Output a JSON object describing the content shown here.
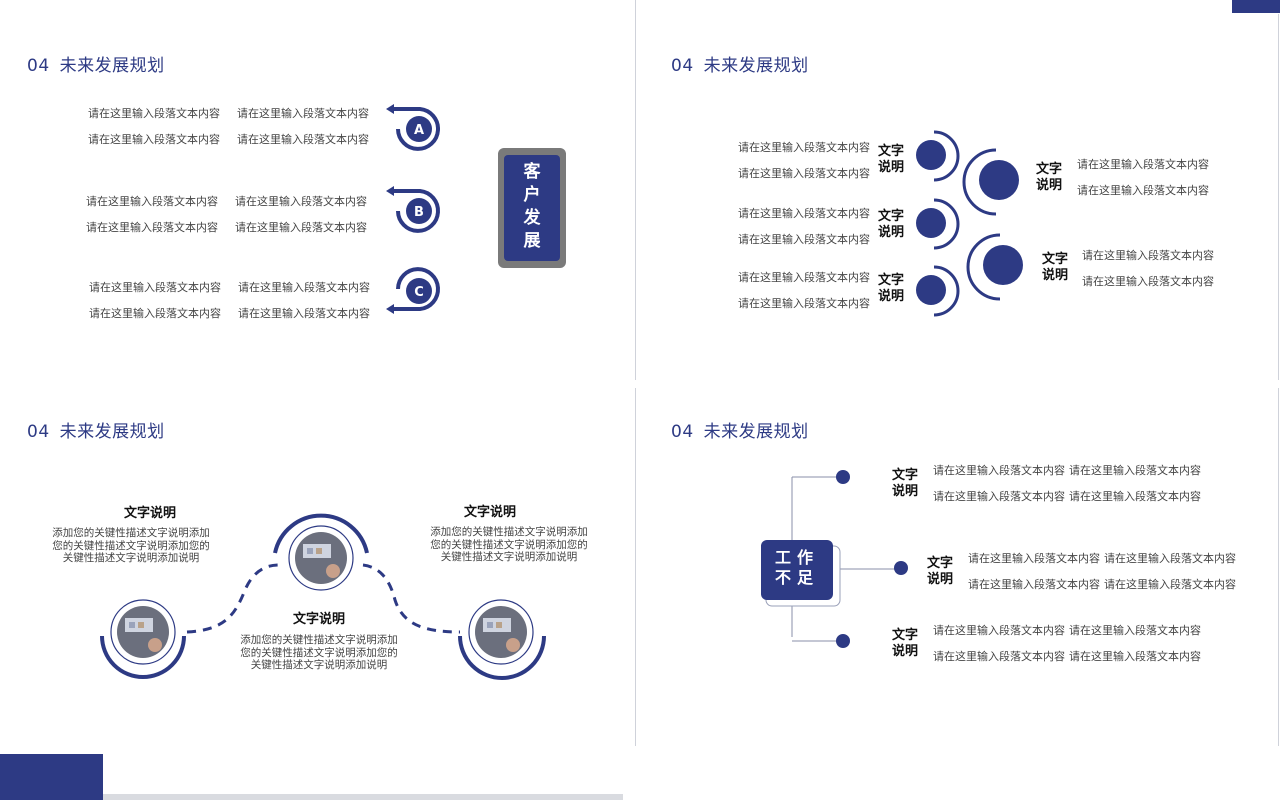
{
  "panels": {
    "p1": {
      "num": "04",
      "title": "未来发展规划",
      "rows": [
        {
          "badge": "A",
          "texts": [
            "请在这里输入段落文本内容",
            "请在这里输入段落文本内容",
            "请在这里输入段落文本内容",
            "请在这里输入段落文本内容"
          ]
        },
        {
          "badge": "B",
          "texts": [
            "请在这里输入段落文本内容",
            "请在这里输入段落文本内容",
            "请在这里输入段落文本内容",
            "请在这里输入段落文本内容"
          ]
        },
        {
          "badge": "C",
          "texts": [
            "请在这里输入段落文本内容",
            "请在这里输入段落文本内容",
            "请在这里输入段落文本内容",
            "请在这里输入段落文本内容"
          ]
        }
      ],
      "center": {
        "c1": "客",
        "c2": "户",
        "c3": "发",
        "c4": "展"
      }
    },
    "p2": {
      "num": "04",
      "title": "未来发展规划",
      "left": [
        {
          "l1": "文字",
          "l2": "说明",
          "t1": "请在这里输入段落文本内容",
          "t2": "请在这里输入段落文本内容"
        },
        {
          "l1": "文字",
          "l2": "说明",
          "t1": "请在这里输入段落文本内容",
          "t2": "请在这里输入段落文本内容"
        },
        {
          "l1": "文字",
          "l2": "说明",
          "t1": "请在这里输入段落文本内容",
          "t2": "请在这里输入段落文本内容"
        }
      ],
      "right": [
        {
          "l1": "文字",
          "l2": "说明",
          "t1": "请在这里输入段落文本内容",
          "t2": "请在这里输入段落文本内容"
        },
        {
          "l1": "文字",
          "l2": "说明",
          "t1": "请在这里输入段落文本内容",
          "t2": "请在这里输入段落文本内容"
        }
      ]
    },
    "p3": {
      "num": "04",
      "title": "未来发展规划",
      "items": [
        {
          "label": "文字说明",
          "d1": "添加您的关键性描述文字说明添加",
          "d2": "您的关键性描述文字说明添加您的",
          "d3": "关键性描述文字说明添加说明"
        },
        {
          "label": "文字说明",
          "d1": "添加您的关键性描述文字说明添加",
          "d2": "您的关键性描述文字说明添加您的",
          "d3": "关键性描述文字说明添加说明"
        },
        {
          "label": "文字说明",
          "d1": "添加您的关键性描述文字说明添加",
          "d2": "您的关键性描述文字说明添加您的",
          "d3": "关键性描述文字说明添加说明"
        }
      ]
    },
    "p4": {
      "num": "04",
      "title": "未来发展规划",
      "center": {
        "c1": "工",
        "c2": "作",
        "c3": "不",
        "c4": "足"
      },
      "branches": [
        {
          "l1": "文字",
          "l2": "说明",
          "t1": "请在这里输入段落文本内容",
          "t2": "请在这里输入段落文本内容",
          "t3": "请在这里输入段落文本内容",
          "t4": "请在这里输入段落文本内容"
        },
        {
          "l1": "文字",
          "l2": "说明",
          "t1": "请在这里输入段落文本内容",
          "t2": "请在这里输入段落文本内容",
          "t3": "请在这里输入段落文本内容",
          "t4": "请在这里输入段落文本内容"
        },
        {
          "l1": "文字",
          "l2": "说明",
          "t1": "请在这里输入段落文本内容",
          "t2": "请在这里输入段落文本内容",
          "t3": "请在这里输入段落文本内容",
          "t4": "请在这里输入段落文本内容"
        }
      ]
    }
  },
  "colors": {
    "accent": "#2d3a84",
    "gray": "#7a7a7a",
    "divider": "#cfd2da"
  }
}
